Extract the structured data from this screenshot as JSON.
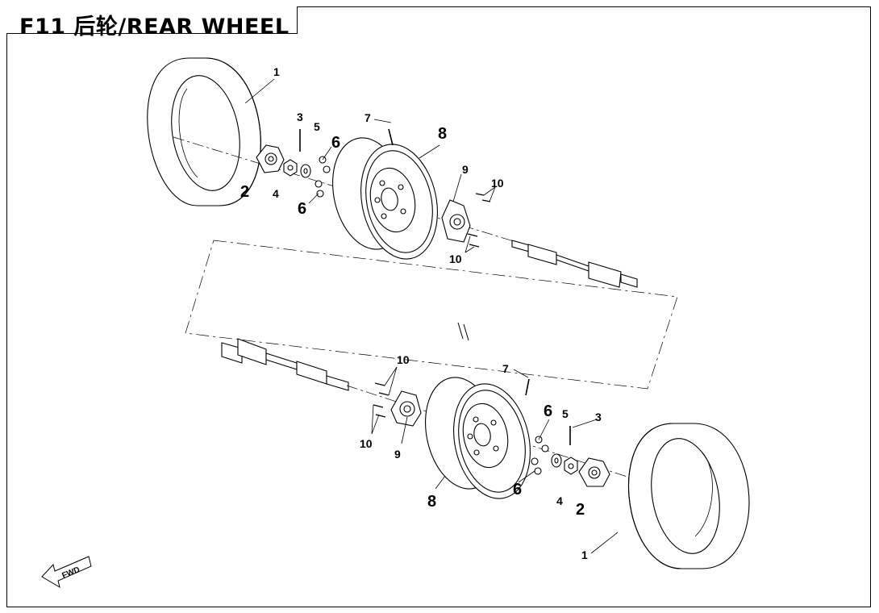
{
  "title": "F11 后轮/REAR WHEEL",
  "direction_label": "FWD",
  "upper_assembly": {
    "callouts": [
      "1",
      "3",
      "5",
      "6",
      "7",
      "8",
      "9",
      "10",
      "2",
      "4",
      "6",
      "10"
    ]
  },
  "lower_assembly": {
    "callouts": [
      "10",
      "7",
      "6",
      "5",
      "3",
      "10",
      "9",
      "4",
      "2",
      "6",
      "8",
      "1"
    ]
  }
}
